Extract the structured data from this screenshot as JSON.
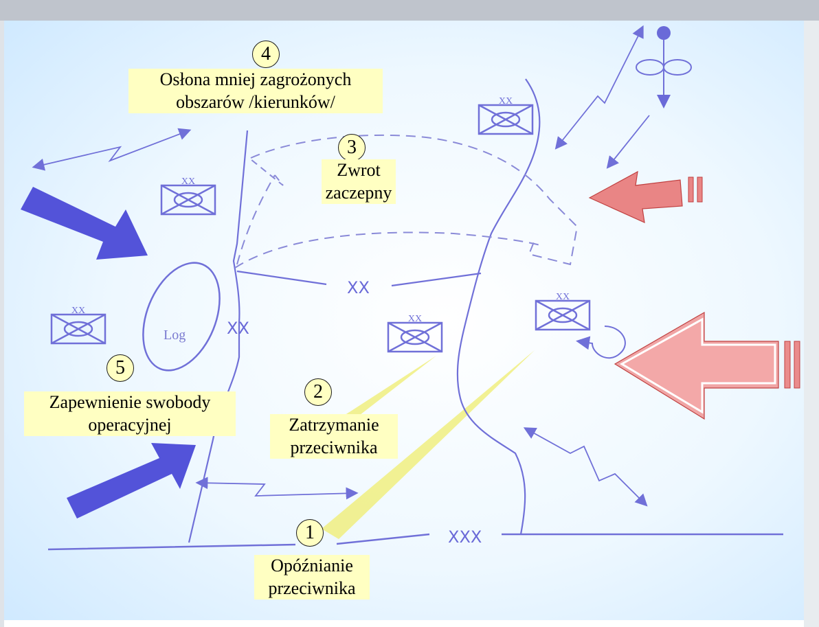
{
  "labels": {
    "l1": "Opóźnianie\nprzeciwnika",
    "l2": "Zatrzymanie\nprzeciwnika",
    "l3": "Zwrot\nzaczepny",
    "l4": "Osłona mniej zagrożonych\nobszarów /kierunków/",
    "l5": "Zapewnienie swobody\noperacyjnej"
  },
  "numbers": {
    "n1": "1",
    "n2": "2",
    "n3": "3",
    "n4": "4",
    "n5": "5"
  },
  "symbols": {
    "division_boundary": "XX",
    "corps_boundary": "XXX",
    "unit_echelon": "XX",
    "log": "Log"
  },
  "colors": {
    "background": "#e6f2ff",
    "friendly": "#6f6fe0",
    "friendly_arrow": "#5050d8",
    "enemy_arrow": "#e87a7a",
    "label_bg": "#ffffc2",
    "callout": "#f0ef80"
  },
  "icons": [
    "division-unit-icon",
    "helicopter-symbol-icon",
    "friendly-attack-arrow-icon",
    "enemy-attack-arrow-icon",
    "communication-link-icon",
    "logistics-area-icon"
  ]
}
